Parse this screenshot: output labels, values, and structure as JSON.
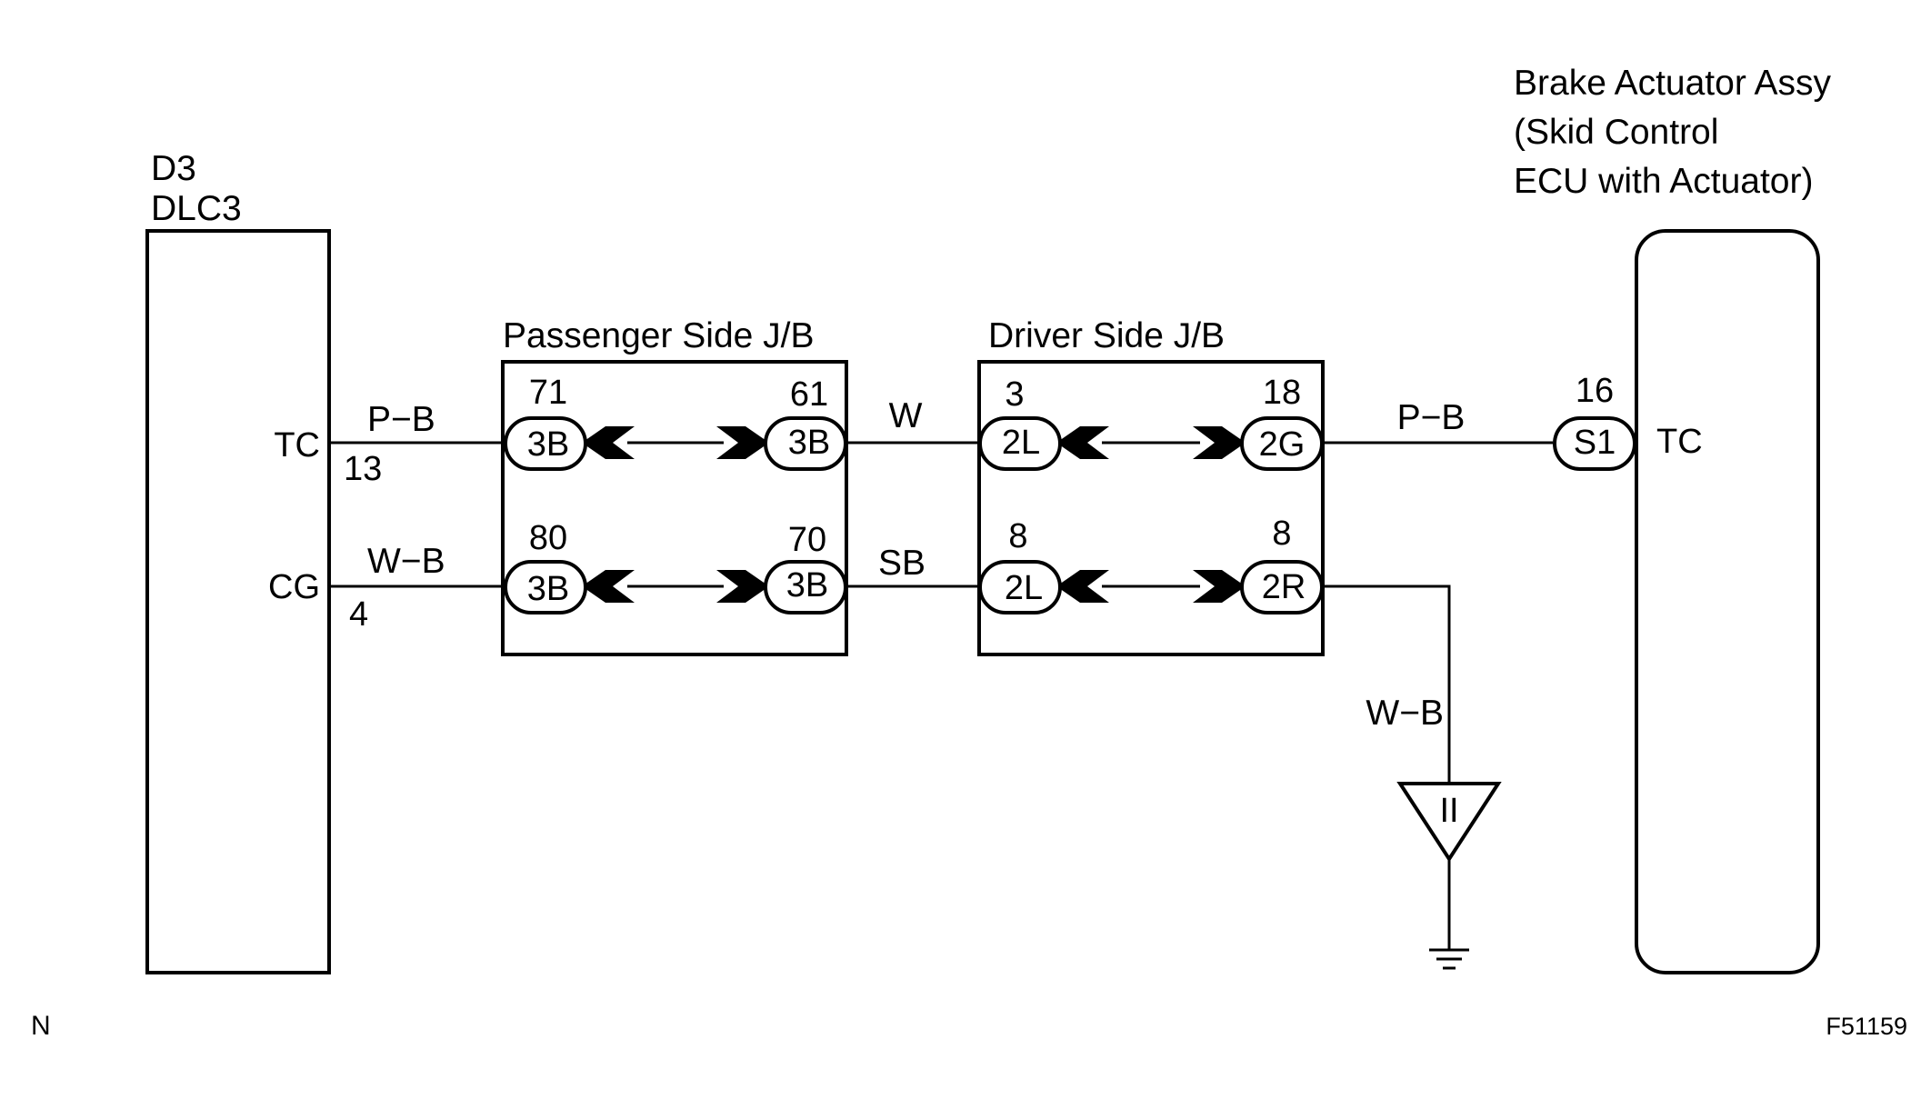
{
  "components": {
    "dlc3": {
      "code": "D3",
      "name": "DLC3",
      "pins": {
        "tc": "TC",
        "tc_num": "13",
        "cg": "CG",
        "cg_num": "4"
      }
    },
    "brake_actuator": {
      "line1": "Brake Actuator Assy",
      "line2": "(Skid Control",
      "line3": "ECU with Actuator)",
      "pin_label": "TC"
    },
    "passenger_jb": {
      "title": "Passenger Side J/B"
    },
    "driver_jb": {
      "title": "Driver Side J/B"
    }
  },
  "wires": {
    "dlc_tc": "P−B",
    "dlc_cg": "W−B",
    "p_to_d_top": "W",
    "p_to_d_bottom": "SB",
    "d_to_ecu": "P−B",
    "d_to_ground": "W−B"
  },
  "connectors": {
    "p_top_left": {
      "pin": "71",
      "code": "3B"
    },
    "p_top_right": {
      "pin": "61",
      "code": "3B"
    },
    "p_bot_left": {
      "pin": "80",
      "code": "3B"
    },
    "p_bot_right": {
      "pin": "70",
      "code": "3B"
    },
    "d_top_left": {
      "pin": "3",
      "code": "2L"
    },
    "d_top_right": {
      "pin": "18",
      "code": "2G"
    },
    "d_bot_left": {
      "pin": "8",
      "code": "2L"
    },
    "d_bot_right": {
      "pin": "8",
      "code": "2R"
    },
    "ecu": {
      "pin": "16",
      "code": "S1"
    }
  },
  "ground": {
    "label": "II"
  },
  "footer": {
    "left": "N",
    "right": "F51159"
  }
}
